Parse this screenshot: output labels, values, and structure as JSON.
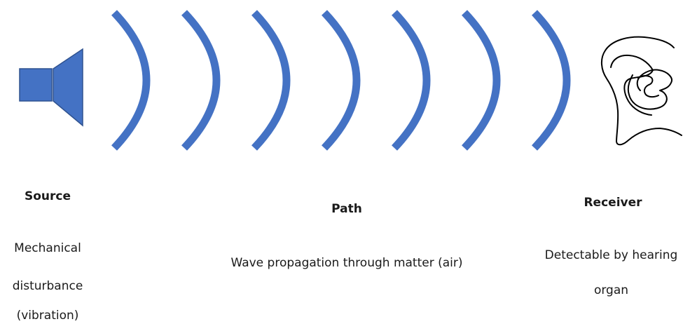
{
  "colors": {
    "wave": "#4472c4",
    "speaker_fill": "#4472c4",
    "speaker_stroke": "#2f528f",
    "ear_stroke": "#000000"
  },
  "icons": {
    "source": "speaker-icon",
    "receiver": "ear-icon"
  },
  "wave_count": 7,
  "source": {
    "heading": "Source",
    "description_lines": [
      "Mechanical",
      "disturbance",
      "(vibration)"
    ]
  },
  "path": {
    "heading": "Path",
    "description": "Wave propagation through matter (air)"
  },
  "receiver": {
    "heading": "Receiver",
    "description_lines": [
      "Detectable by hearing",
      "organ"
    ]
  }
}
